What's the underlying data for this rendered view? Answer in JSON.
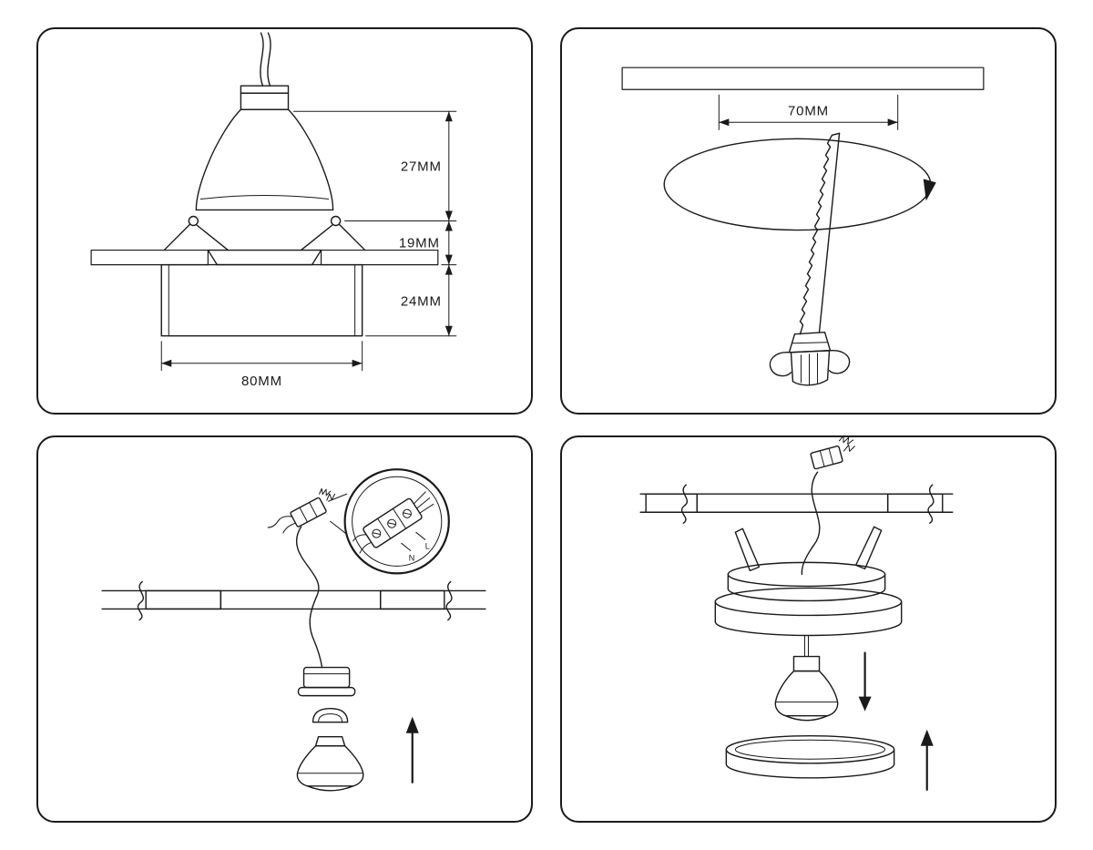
{
  "colors": {
    "ink": "#1a1a1a",
    "background": "#ffffff"
  },
  "panel_dimensions": {
    "dim_height_top": "27MM",
    "dim_height_mid": "19MM",
    "dim_height_bottom": "24MM",
    "dim_width": "80MM"
  },
  "panel_cutout": {
    "dim_hole": "70MM"
  },
  "panel_wiring": {
    "terminal_neutral": "N",
    "terminal_live": "L"
  }
}
